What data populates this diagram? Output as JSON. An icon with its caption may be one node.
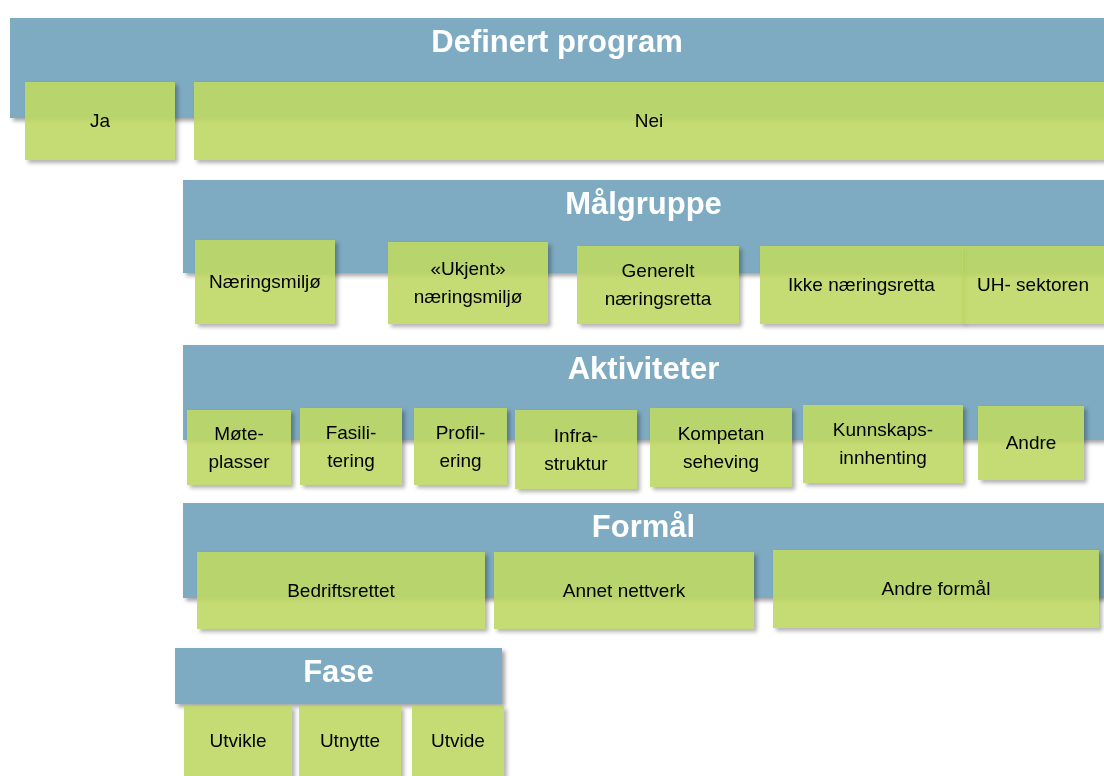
{
  "diagram": {
    "nodes": [
      {
        "text": [
          "Definert program"
        ]
      },
      {
        "text": [
          "Ja"
        ]
      },
      {
        "text": [
          "Nei"
        ]
      },
      {
        "text": [
          "Målgruppe"
        ]
      },
      {
        "text": [
          "Næringsmiljø"
        ]
      },
      {
        "text": [
          "«Ukjent» næringsmiljø"
        ]
      },
      {
        "text": [
          "Generelt næringsretta"
        ]
      },
      {
        "text": [
          "Ikke næringsretta"
        ]
      },
      {
        "text": [
          "UH- sektoren"
        ]
      },
      {
        "text": [
          "Aktiviteter"
        ]
      },
      {
        "text": [
          "Møte- plasser"
        ]
      },
      {
        "text": [
          "Fasili- tering"
        ]
      },
      {
        "text": [
          "Profil- ering"
        ]
      },
      {
        "text": [
          "Infra- struktur"
        ]
      },
      {
        "text": [
          "Kompetan seheving"
        ]
      },
      {
        "text": [
          "Kunnskaps- innhenting"
        ]
      },
      {
        "text": [
          "Andre"
        ]
      },
      {
        "text": [
          "Formål"
        ]
      },
      {
        "text": [
          "Bedriftsrettet"
        ]
      },
      {
        "text": [
          "Annet nettverk"
        ]
      },
      {
        "text": [
          "Andre formål"
        ]
      },
      {
        "text": [
          "Fase"
        ]
      },
      {
        "text": [
          "Utvikle"
        ]
      },
      {
        "text": [
          "Utnytte"
        ]
      },
      {
        "text": [
          "Utvide"
        ]
      }
    ],
    "edges": []
  }
}
